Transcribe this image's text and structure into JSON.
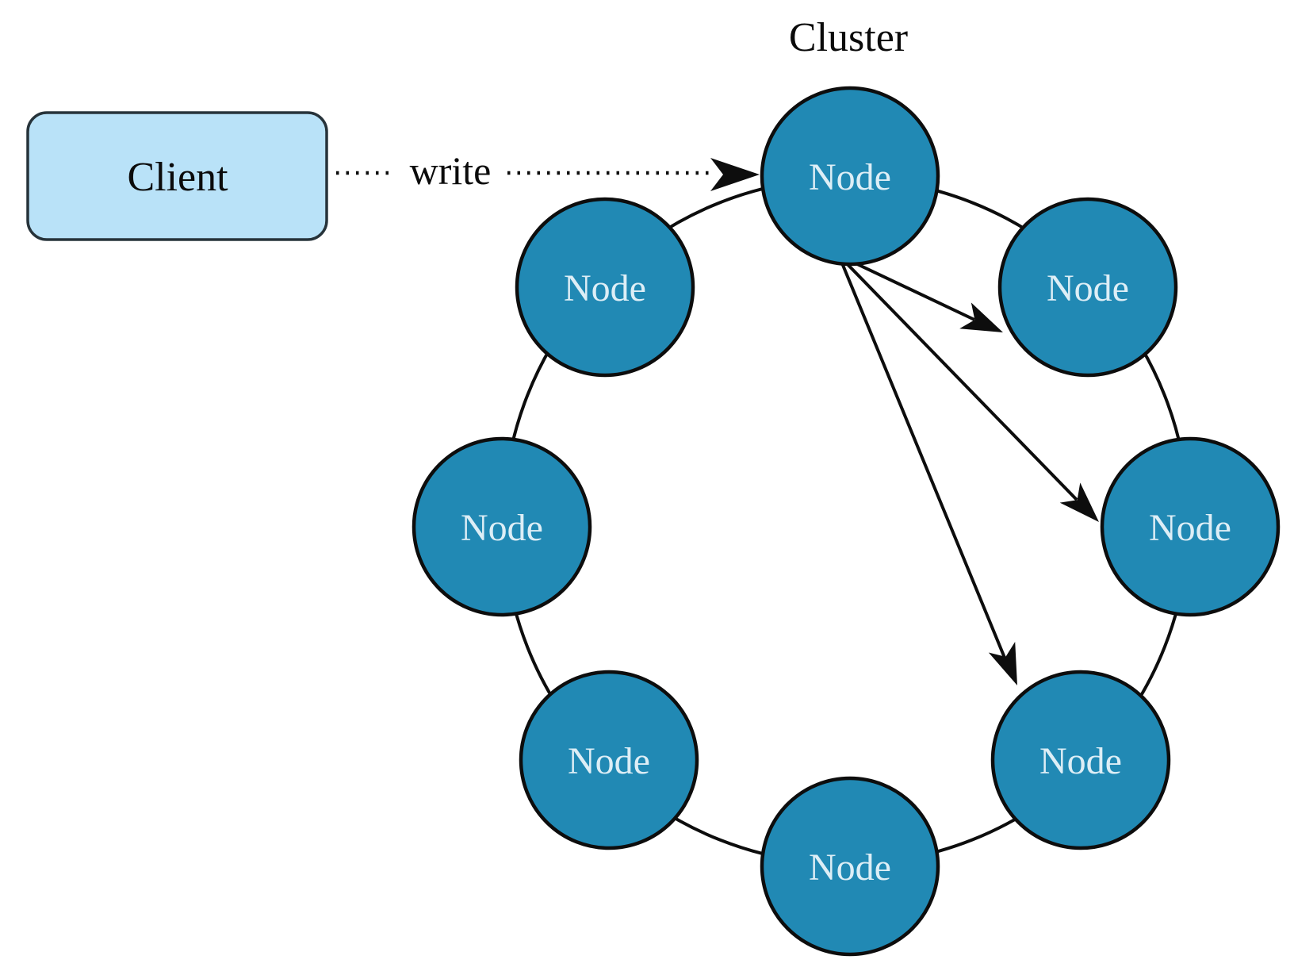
{
  "diagram": {
    "title": "Cluster",
    "client": {
      "label": "Client"
    },
    "write_arrow": {
      "label": "write",
      "from": "Client",
      "to": "top node",
      "style": "dotted"
    },
    "nodes": [
      {
        "label": "Node",
        "position": "top"
      },
      {
        "label": "Node",
        "position": "upper-right"
      },
      {
        "label": "Node",
        "position": "right"
      },
      {
        "label": "Node",
        "position": "lower-right"
      },
      {
        "label": "Node",
        "position": "bottom"
      },
      {
        "label": "Node",
        "position": "lower-left"
      },
      {
        "label": "Node",
        "position": "left"
      },
      {
        "label": "Node",
        "position": "upper-left"
      }
    ],
    "replication_arrows": {
      "from": "top",
      "to": [
        "upper-right",
        "right",
        "lower-right"
      ]
    },
    "colors": {
      "node_fill": "#2189b4",
      "node_text": "#ddeef6",
      "client_fill": "#b9e2f8",
      "line": "#0d0d0d",
      "background": "#ffffff"
    }
  }
}
